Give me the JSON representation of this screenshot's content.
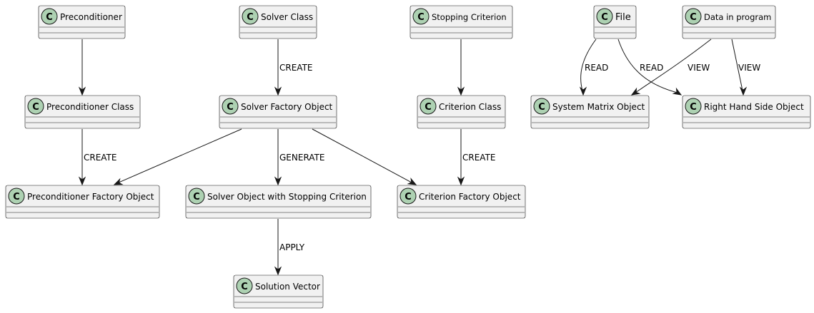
{
  "diagram": {
    "badge_letter": "C",
    "classes": {
      "preconditioner": "Preconditioner",
      "solver_class": "Solver Class",
      "stopping_criterion": "Stopping Criterion",
      "file": "File",
      "data_in_program": "Data in program",
      "preconditioner_class": "Preconditioner Class",
      "solver_factory_object": "Solver Factory Object",
      "criterion_class": "Criterion Class",
      "system_matrix_object": "System Matrix Object",
      "right_hand_side_object": "Right Hand Side Object",
      "preconditioner_factory_object": "Preconditioner Factory Object",
      "solver_object": "Solver Object with Stopping Criterion",
      "criterion_factory_object": "Criterion Factory Object",
      "solution_vector": "Solution Vector"
    },
    "edges": [
      {
        "from": "preconditioner",
        "to": "preconditioner_class",
        "label": ""
      },
      {
        "from": "solver_class",
        "to": "solver_factory_object",
        "label": "CREATE"
      },
      {
        "from": "stopping_criterion",
        "to": "criterion_class",
        "label": ""
      },
      {
        "from": "preconditioner_class",
        "to": "preconditioner_factory_object",
        "label": "CREATE"
      },
      {
        "from": "solver_factory_object",
        "to": "preconditioner_factory_object",
        "label": ""
      },
      {
        "from": "solver_factory_object",
        "to": "solver_object",
        "label": "GENERATE"
      },
      {
        "from": "solver_factory_object",
        "to": "criterion_factory_object",
        "label": ""
      },
      {
        "from": "criterion_class",
        "to": "criterion_factory_object",
        "label": "CREATE"
      },
      {
        "from": "solver_object",
        "to": "solution_vector",
        "label": "APPLY"
      },
      {
        "from": "file",
        "to": "system_matrix_object",
        "label": "READ"
      },
      {
        "from": "file",
        "to": "right_hand_side_object",
        "label": "READ"
      },
      {
        "from": "data_in_program",
        "to": "system_matrix_object",
        "label": "VIEW"
      },
      {
        "from": "data_in_program",
        "to": "right_hand_side_object",
        "label": "VIEW"
      }
    ]
  }
}
